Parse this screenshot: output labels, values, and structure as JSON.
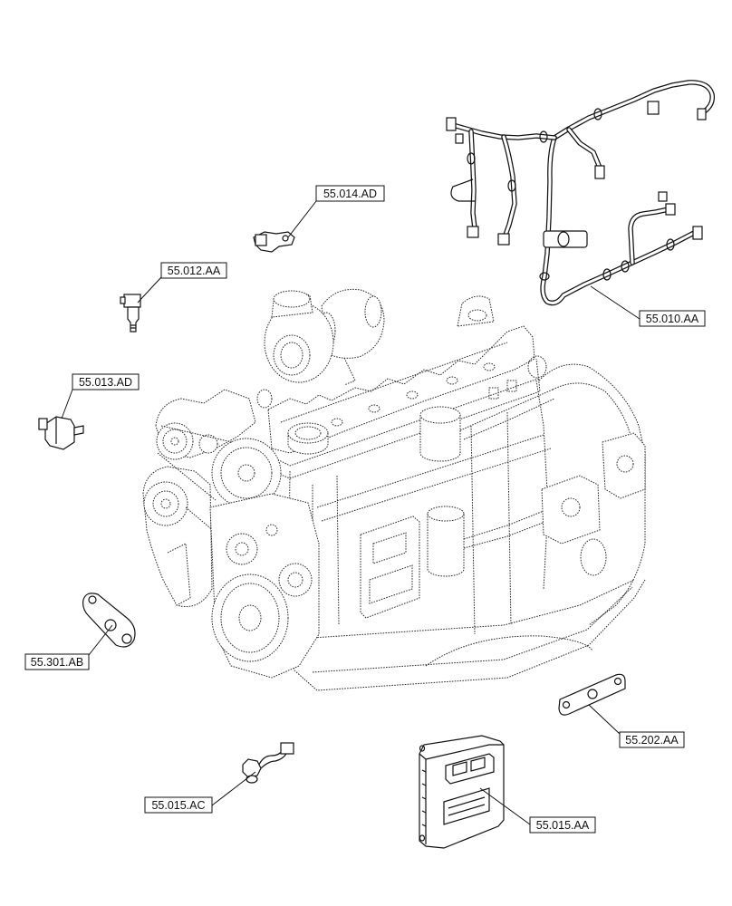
{
  "colors": {
    "background": "#ffffff",
    "line": "#111111"
  },
  "callouts": [
    "55.014.AD",
    "55.012.AA",
    "55.013.AD",
    "55.010.AA",
    "55.301.AB",
    "55.202.AA",
    "55.015.AC",
    "55.015.AA"
  ]
}
